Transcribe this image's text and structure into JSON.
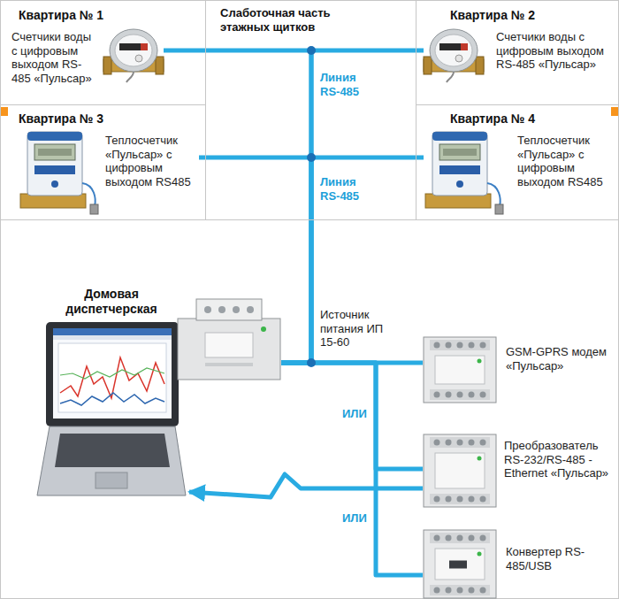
{
  "diagram": {
    "nodes": [
      {
        "text": [
          "Квартира № 1"
        ]
      },
      {
        "text": [
          "Счетчики воды с цифровым выходом RS-485 «Пульсар»"
        ],
        "in": 0
      },
      {
        "text": [
          "Слаботочная часть этажных щитков"
        ]
      },
      {
        "text": [
          "Квартира № 2"
        ]
      },
      {
        "text": [
          "Счетчики воды с цифровым выходом RS-485 «Пульсар»"
        ],
        "in": 3
      },
      {
        "text": [
          "Квартира № 3"
        ]
      },
      {
        "text": [
          "Теплосчетчик «Пульсар» с цифровым выходом RS485"
        ],
        "in": 5
      },
      {
        "text": [
          "Квартира № 4"
        ]
      },
      {
        "text": [
          "Теплосчетчик «Пульсар» с цифровым выходом RS485"
        ],
        "in": 7
      },
      {
        "text": [
          "Домовая диспетчерская"
        ]
      },
      {
        "text": [
          "Источник питания ИП 15-60"
        ]
      },
      {
        "text": [
          "GSM-GPRS модем «Пульсар»"
        ]
      },
      {
        "text": [
          "Преобразователь RS-232/RS-485 -Ethernet «Пульсар»"
        ]
      },
      {
        "text": [
          "Конвертер RS-485/USB"
        ]
      }
    ],
    "edges": [
      {
        "from": 1,
        "to": 10,
        "arrow": "none"
      },
      {
        "from": 4,
        "to": 10,
        "arrow": "none"
      },
      {
        "from": 6,
        "to": 10,
        "arrow": "none"
      },
      {
        "from": 8,
        "to": 10,
        "arrow": "none"
      },
      {
        "from": 10,
        "to": 11,
        "arrow": "none"
      },
      {
        "from": 10,
        "to": 12,
        "arrow": "none"
      },
      {
        "from": 10,
        "to": 13,
        "arrow": "none"
      },
      {
        "from": 12,
        "to": 9,
        "arrow": "to"
      }
    ],
    "labels": [
      "Линия RS-485",
      "Линия RS-485",
      "ИЛИ",
      "ИЛИ"
    ]
  }
}
